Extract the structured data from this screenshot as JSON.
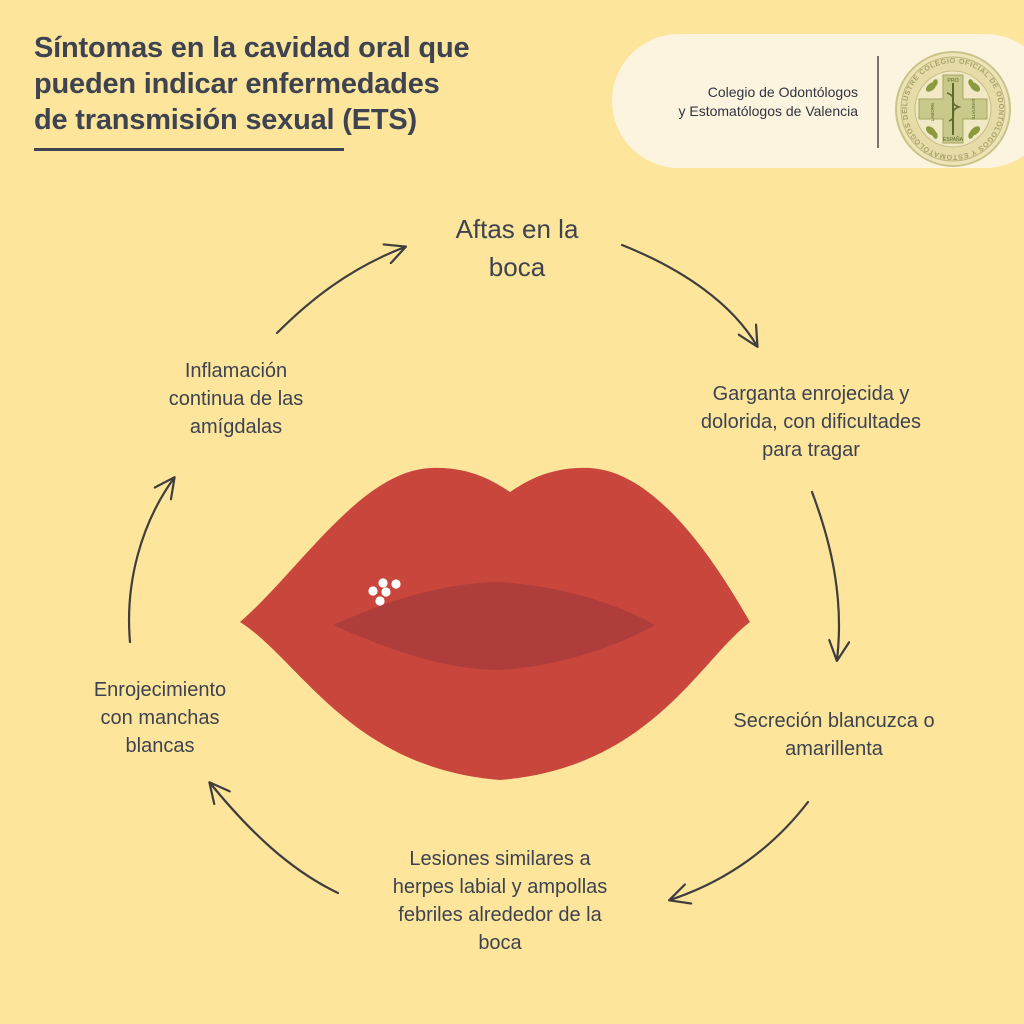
{
  "title": {
    "lines": [
      "Síntomas en la cavidad oral que",
      "pueden indicar enfermedades",
      "de transmisión sexual (ETS)"
    ]
  },
  "organization": {
    "name_lines": [
      "Colegio de Odontólogos",
      "y Estomatólogos de Valencia"
    ],
    "seal_text": "ILUSTRE COLEGIO OFICIAL DE ODONTÓLOGOS Y ESTOMATÓLOGOS DE VALENCIA",
    "seal_inner": [
      "PRO",
      "LABORE",
      "SANITATE",
      "ESPAÑA"
    ]
  },
  "symptoms": {
    "aftas": [
      "Aftas en la",
      "boca"
    ],
    "garganta": [
      "Garganta enrojecida y",
      "dolorida, con dificultades",
      "para tragar"
    ],
    "secrecion": [
      "Secreción blancuzca o",
      "amarillenta"
    ],
    "lesiones": [
      "Lesiones similares a",
      "herpes labial y ampollas",
      "febriles alrededor de la",
      "boca"
    ],
    "enrojecimiento": [
      "Enrojecimiento",
      "con manchas",
      "blancas"
    ],
    "inflamacion": [
      "Inflamación",
      "continua de las",
      "amígdalas"
    ]
  },
  "colors": {
    "background": "#fde59b",
    "lips": "#c9463d",
    "lips_inner": "#ae3d3b",
    "text": "#3d4350",
    "badge": "#fdf4df"
  }
}
